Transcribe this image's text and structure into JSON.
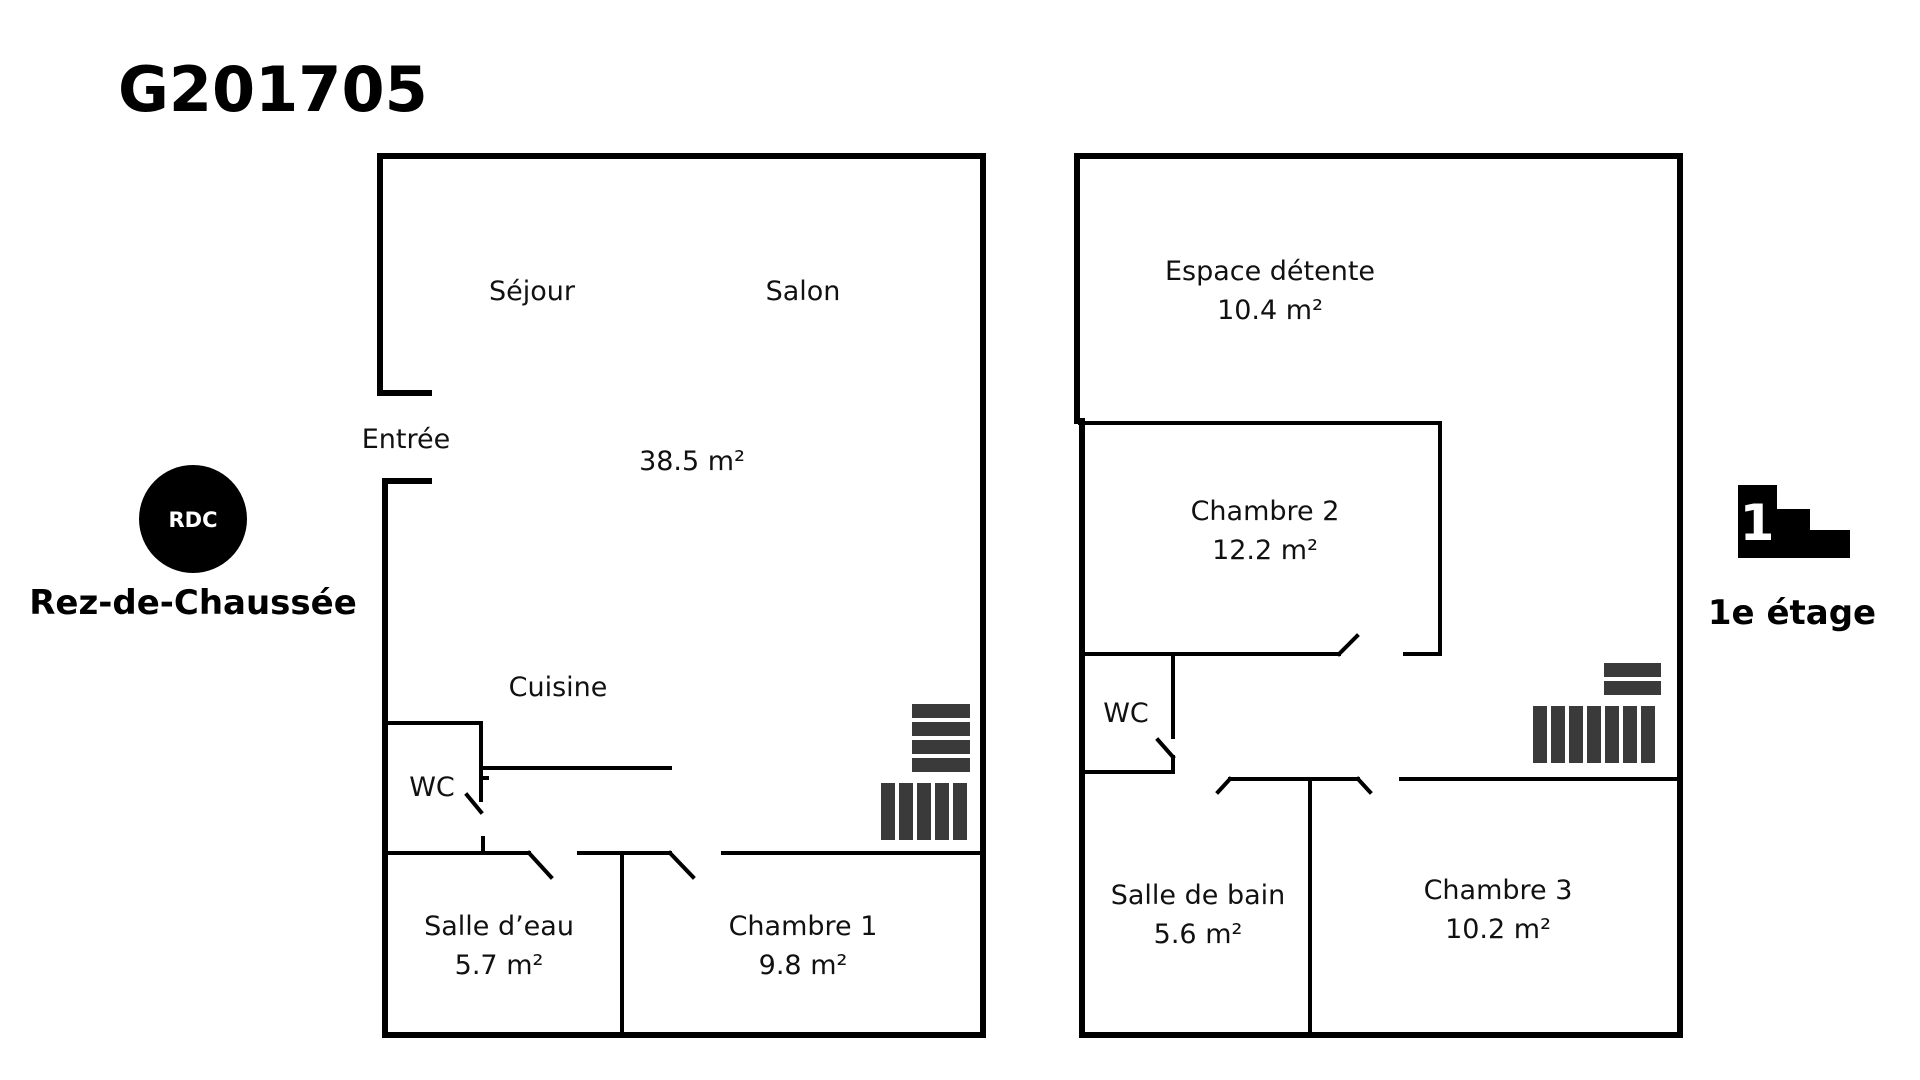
{
  "plan": {
    "reference": "G201705",
    "ground_floor": {
      "badge": "RDC",
      "label": "Rez-de-Chaussée",
      "rooms": {
        "sejour": "Séjour",
        "salon": "Salon",
        "entree": "Entrée",
        "living_area": "38.5 m²",
        "cuisine": "Cuisine",
        "wc": "WC",
        "salle_eau": "Salle d’eau",
        "salle_eau_area": "5.7 m²",
        "chambre1": "Chambre 1",
        "chambre1_area": "9.8 m²"
      }
    },
    "first_floor": {
      "badge": "1",
      "label": "1e étage",
      "rooms": {
        "espace": "Espace détente",
        "espace_area": "10.4 m²",
        "chambre2": "Chambre 2",
        "chambre2_area": "12.2 m²",
        "wc": "WC",
        "salle_bain": "Salle de bain",
        "salle_bain_area": "5.6 m²",
        "chambre3": "Chambre 3",
        "chambre3_area": "10.2 m²"
      }
    },
    "colors": {
      "wall": "#000000",
      "stairs": "#3a3a3a",
      "badge": "#000000"
    }
  }
}
